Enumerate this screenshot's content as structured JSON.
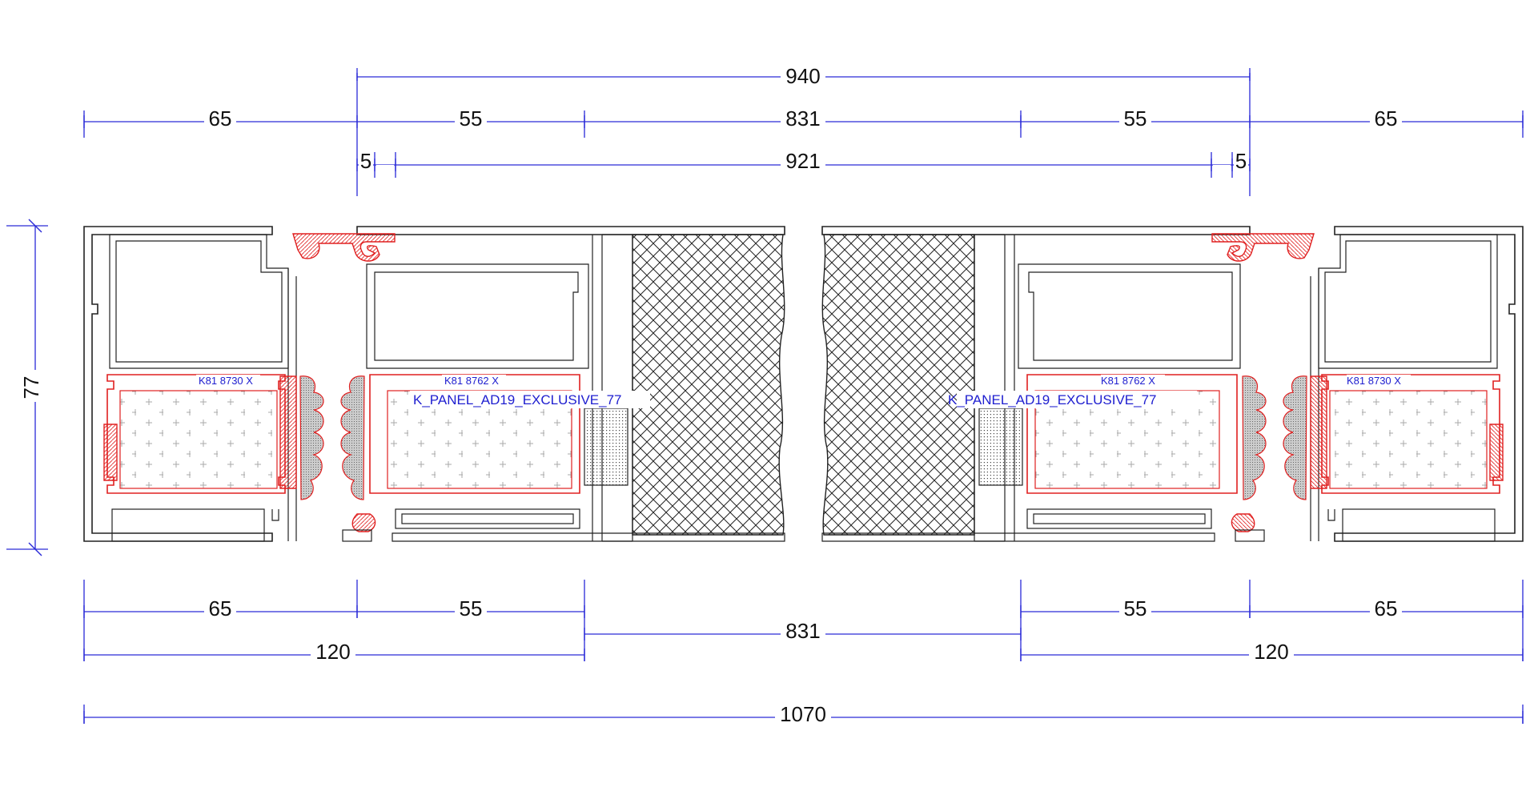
{
  "dimensions": {
    "top": [
      {
        "id": "d940",
        "label": "940"
      },
      {
        "id": "d65L",
        "label": "65"
      },
      {
        "id": "d55L",
        "label": "55"
      },
      {
        "id": "d831T",
        "label": "831"
      },
      {
        "id": "d55R",
        "label": "55"
      },
      {
        "id": "d65R",
        "label": "65"
      },
      {
        "id": "d5L",
        "label": "5"
      },
      {
        "id": "d921",
        "label": "921"
      },
      {
        "id": "d5R",
        "label": "5"
      }
    ],
    "bottom": [
      {
        "id": "b65L",
        "label": "65"
      },
      {
        "id": "b55L",
        "label": "55"
      },
      {
        "id": "b831",
        "label": "831"
      },
      {
        "id": "b55R",
        "label": "55"
      },
      {
        "id": "b65R",
        "label": "65"
      },
      {
        "id": "b120L",
        "label": "120"
      },
      {
        "id": "b120R",
        "label": "120"
      },
      {
        "id": "b1070",
        "label": "1070"
      }
    ],
    "left_height": "77"
  },
  "labels": {
    "profile_left_outer": "K81 8730 X",
    "profile_left_inner": "K81 8762 X",
    "profile_right_inner": "K81 8762 X",
    "profile_right_outer": "K81 8730 X",
    "panel_left": "K_PANEL_AD19_EXCLUSIVE_77",
    "panel_right": "K_PANEL_AD19_EXCLUSIVE_77"
  },
  "colors": {
    "dimension": "#2a2ad8",
    "profile": "#222222",
    "thermal_break": "#e02020",
    "label": "#2020d0"
  }
}
